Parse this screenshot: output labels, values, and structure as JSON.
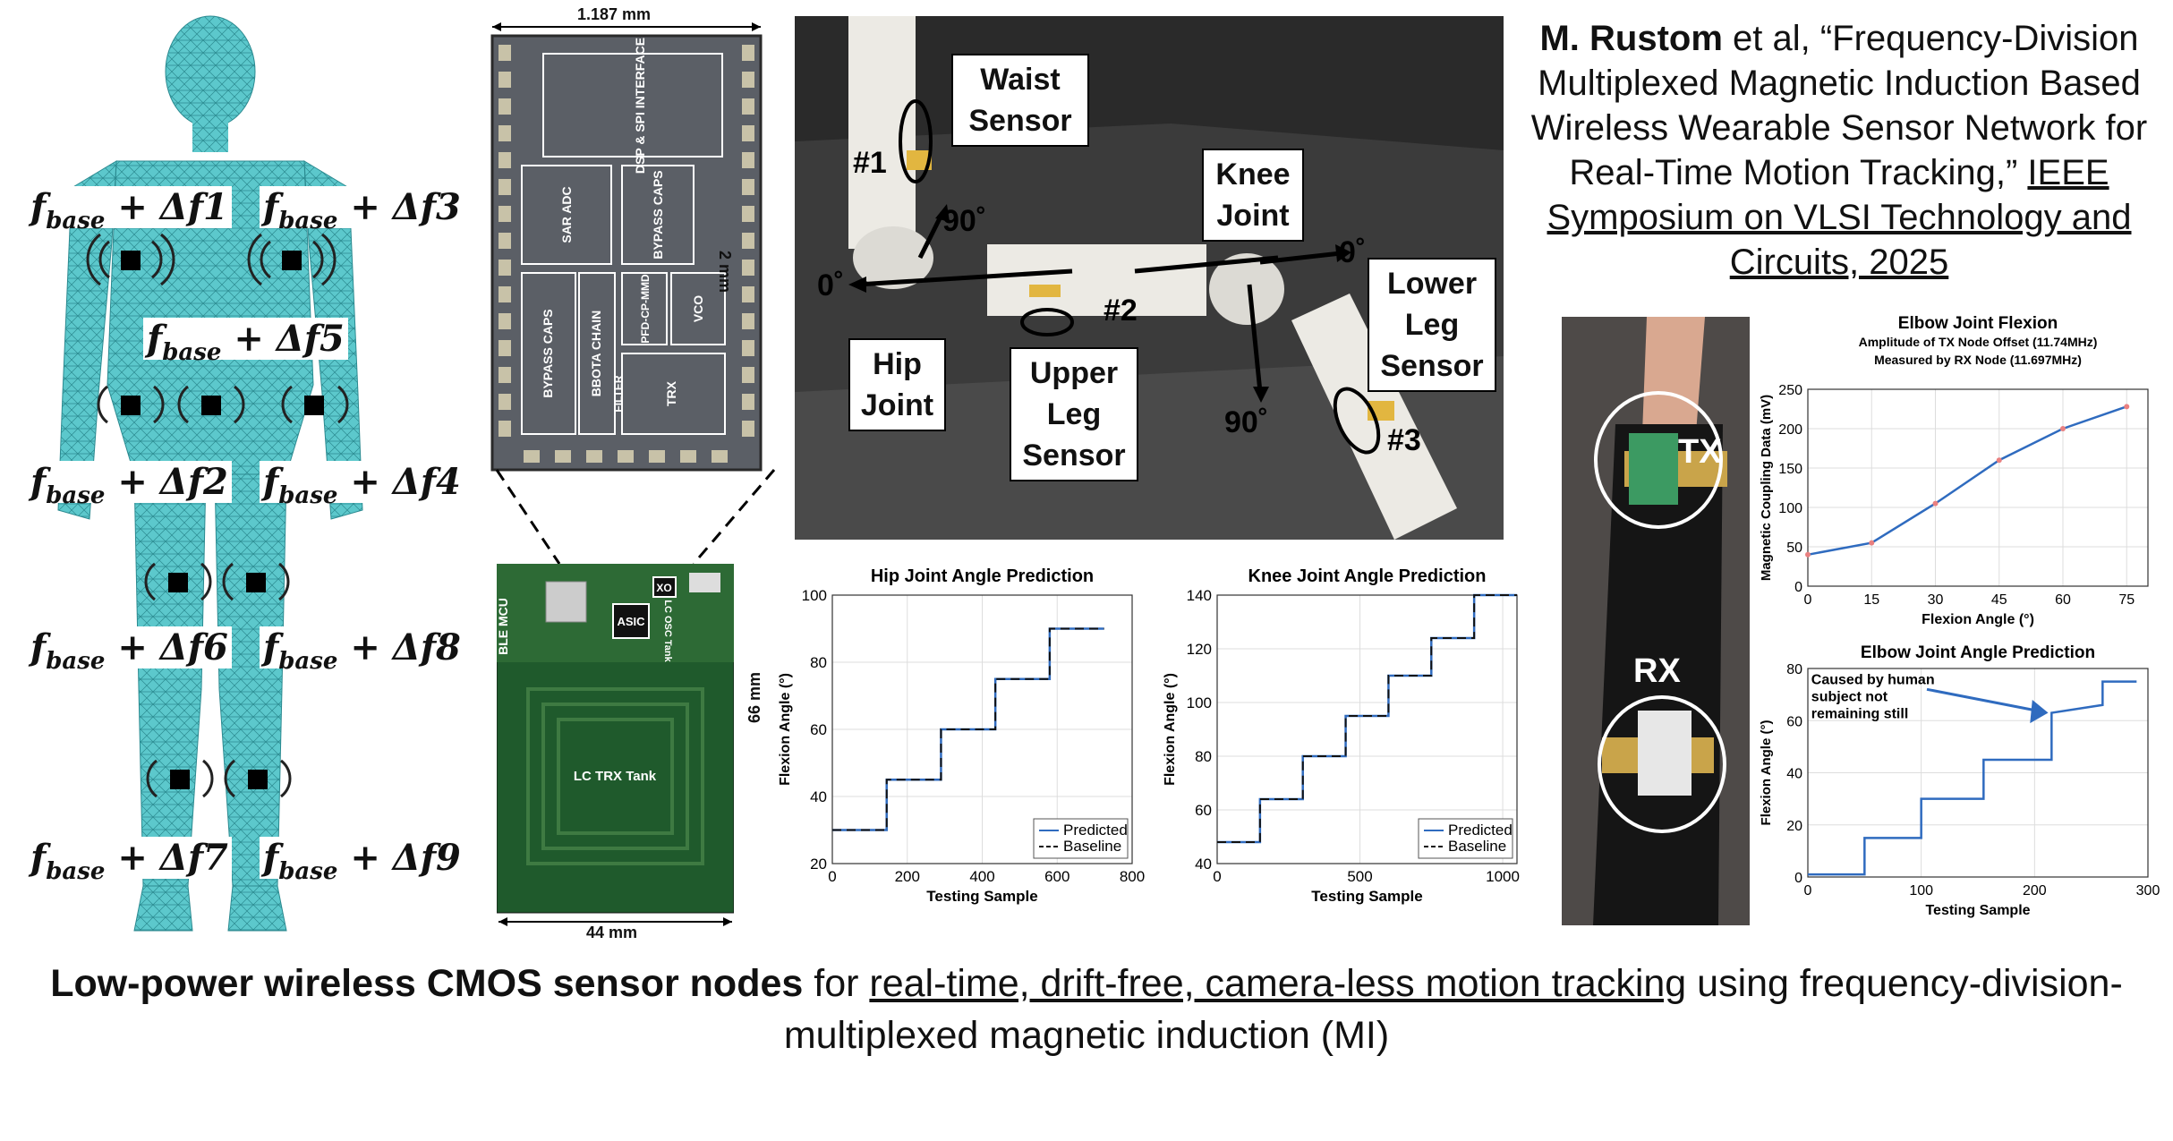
{
  "body_model": {
    "labels": [
      {
        "main": "f",
        "sub": "base",
        "rest": " + Δf",
        "n": "1"
      },
      {
        "main": "f",
        "sub": "base",
        "rest": " + Δf",
        "n": "3"
      },
      {
        "main": "f",
        "sub": "base",
        "rest": " + Δf",
        "n": "5"
      },
      {
        "main": "f",
        "sub": "base",
        "rest": " + Δf",
        "n": "2"
      },
      {
        "main": "f",
        "sub": "base",
        "rest": " + Δf",
        "n": "4"
      },
      {
        "main": "f",
        "sub": "base",
        "rest": " + Δf",
        "n": "6"
      },
      {
        "main": "f",
        "sub": "base",
        "rest": " + Δf",
        "n": "8"
      },
      {
        "main": "f",
        "sub": "base",
        "rest": " + Δf",
        "n": "7"
      },
      {
        "main": "f",
        "sub": "base",
        "rest": " + Δf",
        "n": "9"
      }
    ]
  },
  "chip": {
    "width_label": "1.187 mm",
    "height_label": "2 mm",
    "blocks": [
      "DSP & SPI INTERFACE",
      "SAR ADC",
      "BYPASS CAPS",
      "BYPASS CAPS",
      "BBOTA CHAIN",
      "FILTER",
      "PFD-CP-MMD",
      "VCO",
      "TRX"
    ]
  },
  "pcb": {
    "width_label": "44 mm",
    "height_label": "66 mm",
    "labels": [
      "BLE MCU",
      "ASIC",
      "XO",
      "LC OSC Tank",
      "LC TRX Tank"
    ]
  },
  "photo": {
    "boxes": [
      "Waist Sensor",
      "Knee Joint",
      "Lower Leg Sensor",
      "Hip Joint",
      "Upper Leg Sensor"
    ],
    "tags": [
      "#1",
      "#2",
      "#3",
      "90˚",
      "0˚",
      "0˚",
      "90˚"
    ]
  },
  "reference": {
    "author": "M. Rustom",
    "rest1": " et al, “Frequency-Division Multiplexed Magnetic Induction Based Wireless Wearable Sensor Network for Real-Time Motion Tracking,” ",
    "venue": "IEEE Symposium on VLSI Technology and Circuits, 2025"
  },
  "arm_photo": {
    "tx": "TX",
    "rx": "RX"
  },
  "caption": {
    "bold": "Low-power wireless CMOS sensor nodes",
    "mid": " for ",
    "u1": "real-time, drift-free, camera-less motion tracking",
    "end": " using frequency-division-multiplexed magnetic induction (MI)"
  },
  "chart_data": [
    {
      "type": "line",
      "title": "Hip Joint Angle Prediction",
      "xlabel": "Testing Sample",
      "ylabel": "Flexion Angle (°)",
      "xlim": [
        0,
        800
      ],
      "ylim": [
        20,
        100
      ],
      "xticks": [
        0,
        200,
        400,
        600,
        800
      ],
      "yticks": [
        20,
        40,
        60,
        80,
        100
      ],
      "legend": "bottom-right",
      "series": [
        {
          "name": "Predicted",
          "x": [
            0,
            145,
            145,
            290,
            290,
            435,
            435,
            580,
            580,
            725
          ],
          "y": [
            30,
            30,
            45,
            45,
            60,
            60,
            75,
            75,
            90,
            90
          ]
        },
        {
          "name": "Baseline",
          "x": [
            0,
            145,
            145,
            290,
            290,
            435,
            435,
            580,
            580,
            725
          ],
          "y": [
            30,
            30,
            45,
            45,
            60,
            60,
            75,
            75,
            90,
            90
          ]
        }
      ]
    },
    {
      "type": "line",
      "title": "Knee Joint Angle Prediction",
      "xlabel": "Testing Sample",
      "ylabel": "Flexion Angle (°)",
      "xlim": [
        0,
        1050
      ],
      "ylim": [
        40,
        140
      ],
      "xticks": [
        0,
        500,
        1000
      ],
      "yticks": [
        40,
        60,
        80,
        100,
        120,
        140
      ],
      "legend": "bottom-right",
      "series": [
        {
          "name": "Predicted",
          "x": [
            0,
            150,
            150,
            300,
            300,
            450,
            450,
            600,
            600,
            750,
            750,
            900,
            900,
            1050
          ],
          "y": [
            48,
            48,
            64,
            64,
            80,
            80,
            95,
            95,
            110,
            110,
            124,
            124,
            140,
            140
          ]
        },
        {
          "name": "Baseline",
          "x": [
            0,
            150,
            150,
            300,
            300,
            450,
            450,
            600,
            600,
            750,
            750,
            900,
            900,
            1050
          ],
          "y": [
            48,
            48,
            64,
            64,
            80,
            80,
            95,
            95,
            110,
            110,
            124,
            124,
            140,
            140
          ]
        }
      ]
    },
    {
      "type": "line",
      "title": "Elbow Joint Flexion",
      "subtitle": "Amplitude of TX Node Offset (11.74MHz) Measured by RX Node (11.697MHz)",
      "xlabel": "Flexion Angle (°)",
      "ylabel": "Magnetic Coupling Data (mV)",
      "xlim": [
        0,
        80
      ],
      "ylim": [
        0,
        250
      ],
      "xticks": [
        0,
        15,
        30,
        45,
        60,
        75
      ],
      "yticks": [
        0,
        50,
        100,
        150,
        200,
        250
      ],
      "grid": true,
      "series": [
        {
          "x": [
            0,
            15,
            30,
            45,
            60,
            75
          ],
          "y": [
            40,
            55,
            105,
            160,
            200,
            228
          ]
        }
      ]
    },
    {
      "type": "line",
      "title": "Elbow Joint Angle Prediction",
      "xlabel": "Testing Sample",
      "ylabel": "Flexion Angle (°)",
      "xlim": [
        0,
        300
      ],
      "ylim": [
        0,
        80
      ],
      "xticks": [
        0,
        100,
        200,
        300
      ],
      "yticks": [
        0,
        20,
        40,
        60,
        80
      ],
      "annotation": "Caused by human subject not remaining still",
      "series": [
        {
          "x": [
            0,
            50,
            50,
            100,
            100,
            155,
            155,
            205,
            205,
            215,
            215,
            260,
            260,
            290
          ],
          "y": [
            1,
            1,
            15,
            15,
            30,
            30,
            45,
            45,
            45,
            45,
            63,
            66,
            75,
            75
          ]
        }
      ]
    }
  ]
}
